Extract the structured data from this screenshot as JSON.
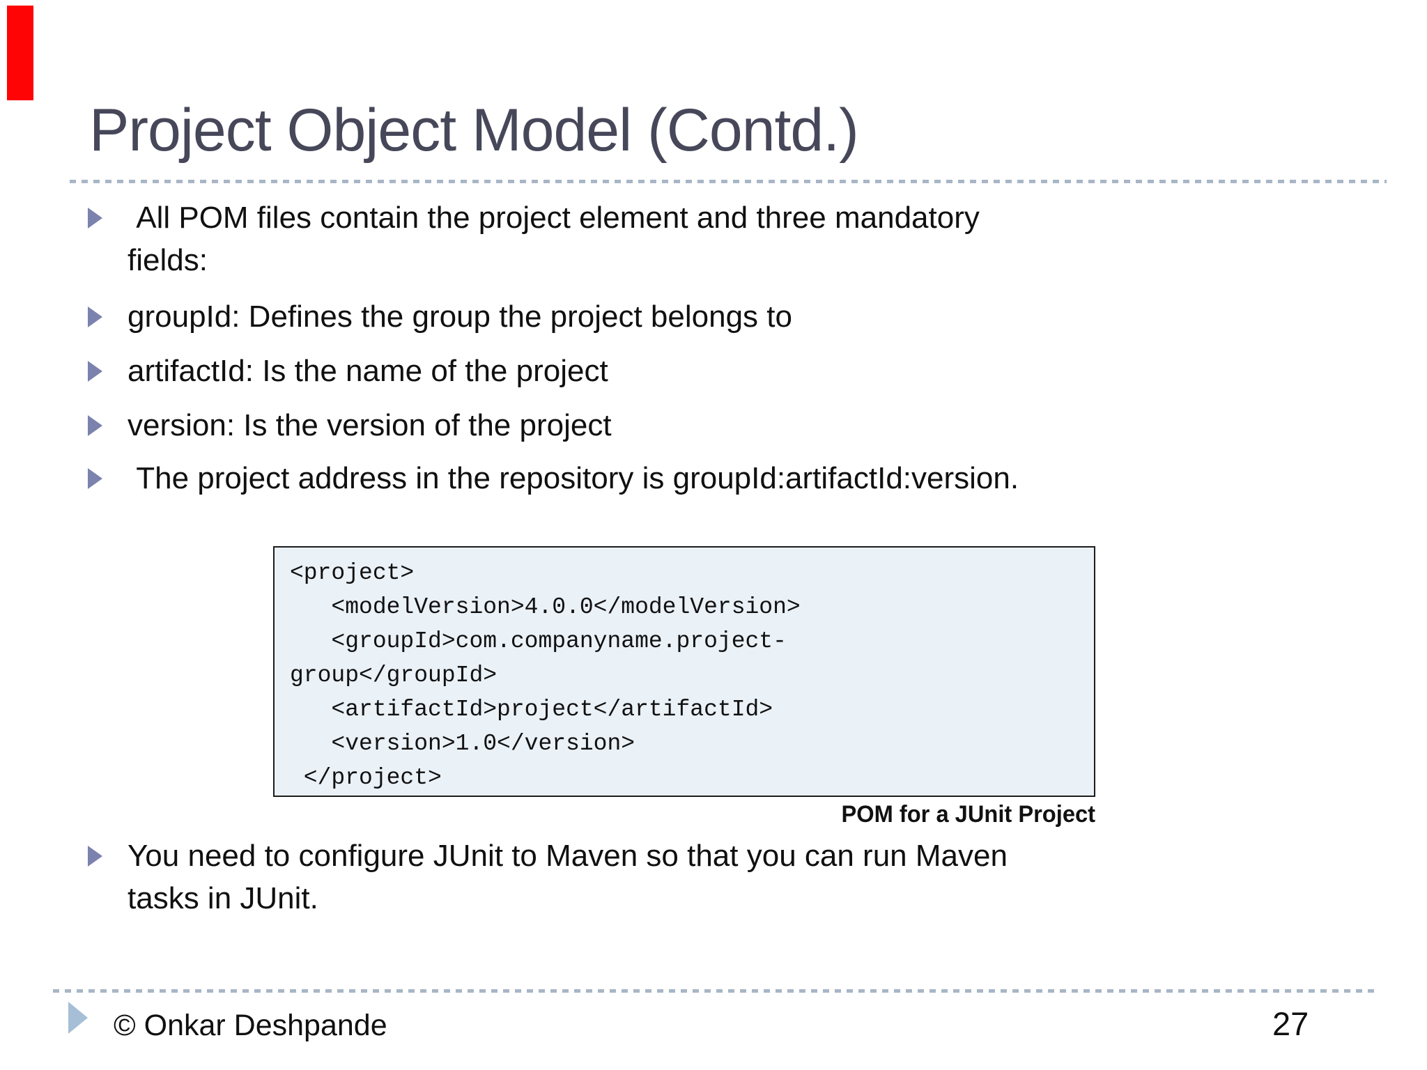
{
  "slide": {
    "title": "Project Object Model (Contd.)",
    "bullets": [
      " All POM files contain the project element and three mandatory\nfields:",
      "groupId: Defines the group the project belongs to",
      "artifactId: Is the name of the project",
      "version: Is the version of the project",
      " The project address in the repository is groupId:artifactId:version.",
      "You need to configure JUnit to Maven so that you can run Maven\ntasks in JUnit."
    ],
    "code_block": {
      "text": "<project>\n   <modelVersion>4.0.0</modelVersion>\n   <groupId>com.companyname.project-\ngroup</groupId>\n   <artifactId>project</artifactId>\n   <version>1.0</version>\n </project>",
      "caption": "POM for a JUnit Project"
    },
    "footer": {
      "copyright": "© Onkar Deshpande",
      "page_number": "27"
    },
    "colors": {
      "red_bar": "#fe0404",
      "title": "#47475a",
      "bullet_marker": "#7c82ae",
      "footer_marker": "#a6bfd7",
      "rule": "#a8b6c6",
      "code_background": "#eaf1f7",
      "code_border": "#1c1c1c"
    }
  }
}
